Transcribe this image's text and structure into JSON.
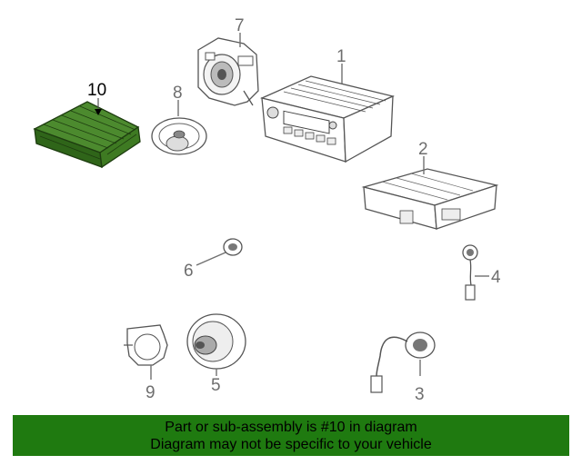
{
  "callouts": {
    "c1": "1",
    "c2": "2",
    "c3": "3",
    "c4": "4",
    "c5": "5",
    "c6": "6",
    "c7": "7",
    "c8": "8",
    "c9": "9",
    "c10": "10"
  },
  "highlight_part": "10",
  "highlight_color": "#1f7a10",
  "banner": {
    "line1": "Part or sub-assembly is #10 in diagram",
    "line2": "Diagram may not be specific to your vehicle"
  }
}
